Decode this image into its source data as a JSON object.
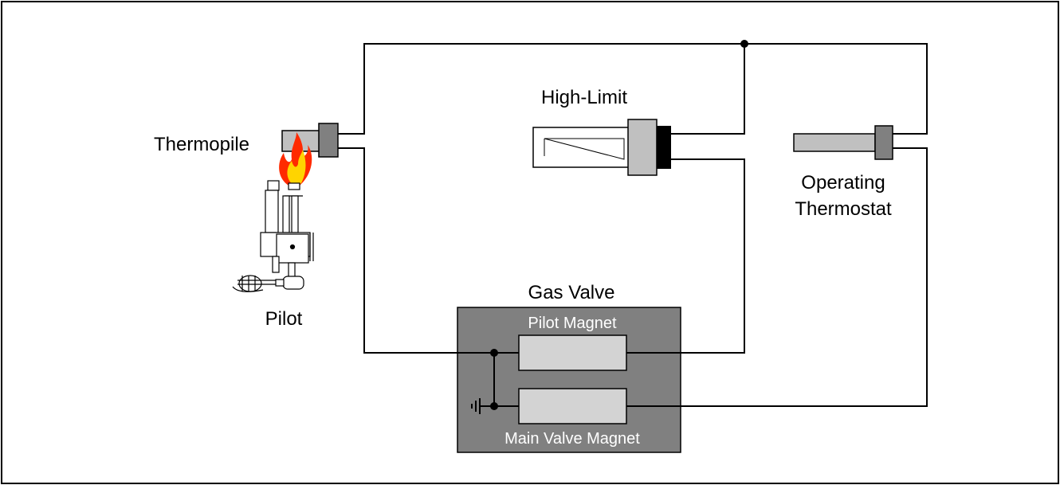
{
  "labels": {
    "thermopile": "Thermopile",
    "pilot": "Pilot",
    "high_limit": "High-Limit",
    "operating_line1": "Operating",
    "operating_line2": "Thermostat",
    "gas_valve": "Gas Valve",
    "pilot_magnet": "Pilot Magnet",
    "main_valve_magnet": "Main Valve Magnet"
  },
  "colors": {
    "wire": "#000000",
    "gas_valve_box": "#808080",
    "magnet_fill": "#d3d3d3",
    "sensor_fill": "#c0c0c0",
    "flame_outer": "#ff2a00",
    "flame_inner": "#ffd400"
  },
  "icons": {
    "thermopile": "thermopile-icon",
    "flame": "flame-icon",
    "pilot_assembly": "pilot-assembly-icon",
    "high_limit": "high-limit-sensor-icon",
    "operating_thermostat": "thermostat-bulb-icon",
    "ground": "ground-icon"
  }
}
